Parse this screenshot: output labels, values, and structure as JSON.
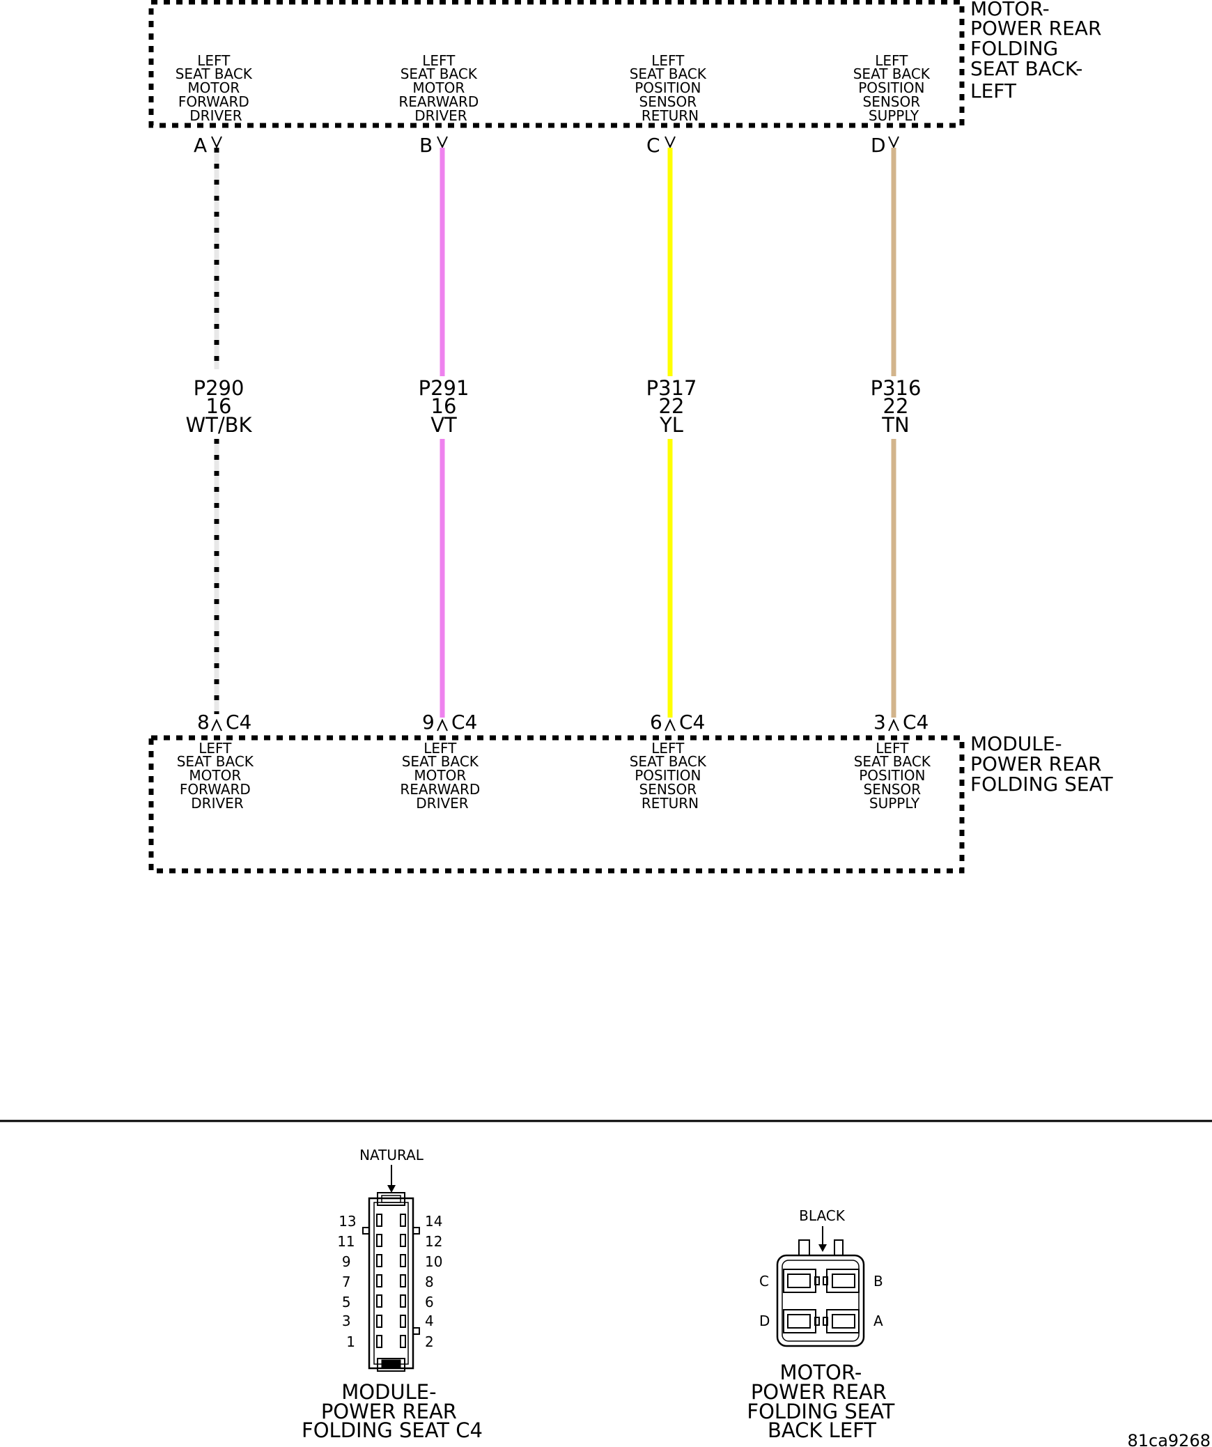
{
  "top_component": {
    "name_lines": [
      "MOTOR-",
      "POWER REAR",
      "FOLDING",
      "SEAT BACK-",
      "LEFT"
    ]
  },
  "bottom_component": {
    "name_lines": [
      "MODULE-",
      "POWER REAR",
      "FOLDING SEAT"
    ]
  },
  "circuits": [
    {
      "top_pin": "A",
      "bottom_pin": "8",
      "bottom_connector": "C4",
      "circuit": "P290",
      "gauge": "16",
      "color_code": "WT/BK",
      "wire_color": "#e8e8e8",
      "stripe_color": "#000000",
      "top_label": [
        "LEFT",
        "SEAT BACK",
        "MOTOR",
        "FORWARD",
        "DRIVER"
      ],
      "bottom_label": [
        "LEFT",
        "SEAT BACK",
        "MOTOR",
        "FORWARD",
        "DRIVER"
      ]
    },
    {
      "top_pin": "B",
      "bottom_pin": "9",
      "bottom_connector": "C4",
      "circuit": "P291",
      "gauge": "16",
      "color_code": "VT",
      "wire_color": "#ee82ee",
      "stripe_color": "",
      "top_label": [
        "LEFT",
        "SEAT BACK",
        "MOTOR",
        "REARWARD",
        "DRIVER"
      ],
      "bottom_label": [
        "LEFT",
        "SEAT BACK",
        "MOTOR",
        "REARWARD",
        "DRIVER"
      ]
    },
    {
      "top_pin": "C",
      "bottom_pin": "6",
      "bottom_connector": "C4",
      "circuit": "P317",
      "gauge": "22",
      "color_code": "YL",
      "wire_color": "#ffff00",
      "stripe_color": "",
      "top_label": [
        "LEFT",
        "SEAT BACK",
        "POSITION",
        "SENSOR",
        "RETURN"
      ],
      "bottom_label": [
        "LEFT",
        "SEAT BACK",
        "POSITION",
        "SENSOR",
        "RETURN"
      ]
    },
    {
      "top_pin": "D",
      "bottom_pin": "3",
      "bottom_connector": "C4",
      "circuit": "P316",
      "gauge": "22",
      "color_code": "TN",
      "wire_color": "#d2b48c",
      "stripe_color": "",
      "top_label": [
        "LEFT",
        "SEAT BACK",
        "POSITION",
        "SENSOR",
        "SUPPLY"
      ],
      "bottom_label": [
        "LEFT",
        "SEAT BACK",
        "POSITION",
        "SENSOR",
        "SUPPLY"
      ]
    }
  ],
  "connector_c4": {
    "color_label": "NATURAL",
    "left_pins": [
      "13",
      "11",
      "9",
      "7",
      "5",
      "3",
      "1"
    ],
    "right_pins": [
      "14",
      "12",
      "10",
      "8",
      "6",
      "4",
      "2"
    ],
    "caption_lines": [
      "MODULE-",
      "POWER REAR",
      "FOLDING SEAT C4"
    ]
  },
  "connector_motor": {
    "color_label": "BLACK",
    "pins": {
      "top_left": "C",
      "top_right": "B",
      "bottom_left": "D",
      "bottom_right": "A"
    },
    "caption_lines": [
      "MOTOR-",
      "POWER REAR",
      "FOLDING SEAT",
      "BACK LEFT"
    ]
  },
  "figure_id": "81ca9268"
}
